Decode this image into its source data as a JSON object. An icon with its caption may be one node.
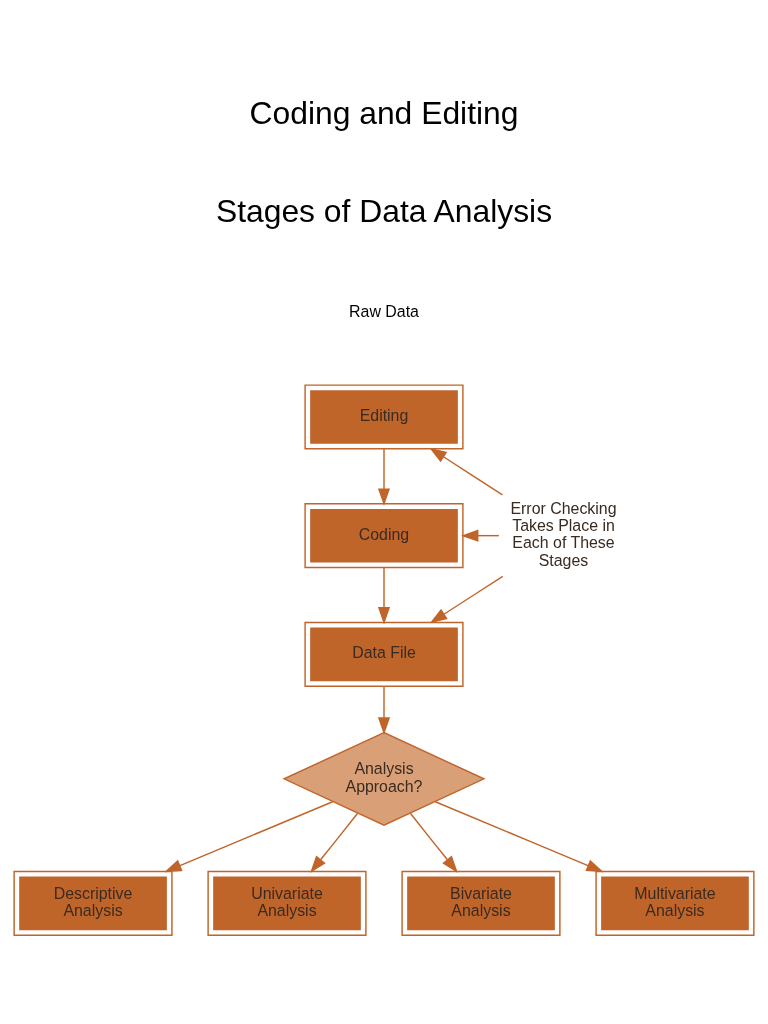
{
  "diagram": {
    "nodes": [
      {
        "text": [
          "Editing"
        ]
      },
      {
        "text": [
          "Coding"
        ]
      },
      {
        "text": [
          "Data File"
        ]
      },
      {
        "text": [
          "Analysis Approach?"
        ]
      },
      {
        "text": [
          "Descriptive Analysis"
        ]
      },
      {
        "text": [
          "Univariate Analysis"
        ]
      },
      {
        "text": [
          "Bivariate Analysis"
        ]
      },
      {
        "text": [
          "Multivariate Analysis"
        ]
      },
      {
        "text": [
          "Error Checking Takes Place in Each of These Stages"
        ]
      }
    ],
    "edges": [
      {
        "from": 0,
        "to": 1,
        "arrow": "to"
      },
      {
        "from": 1,
        "to": 2,
        "arrow": "to"
      },
      {
        "from": 2,
        "to": 3,
        "arrow": "to"
      },
      {
        "from": 3,
        "to": 4,
        "arrow": "to"
      },
      {
        "from": 3,
        "to": 5,
        "arrow": "to"
      },
      {
        "from": 3,
        "to": 6,
        "arrow": "to"
      },
      {
        "from": 3,
        "to": 7,
        "arrow": "to"
      },
      {
        "from": 8,
        "to": 0,
        "arrow": "to"
      },
      {
        "from": 8,
        "to": 1,
        "arrow": "to"
      },
      {
        "from": 8,
        "to": 2,
        "arrow": "to"
      }
    ],
    "labels": [
      "Coding and Editing",
      "Stages of Data Analysis",
      "Raw Data"
    ]
  }
}
